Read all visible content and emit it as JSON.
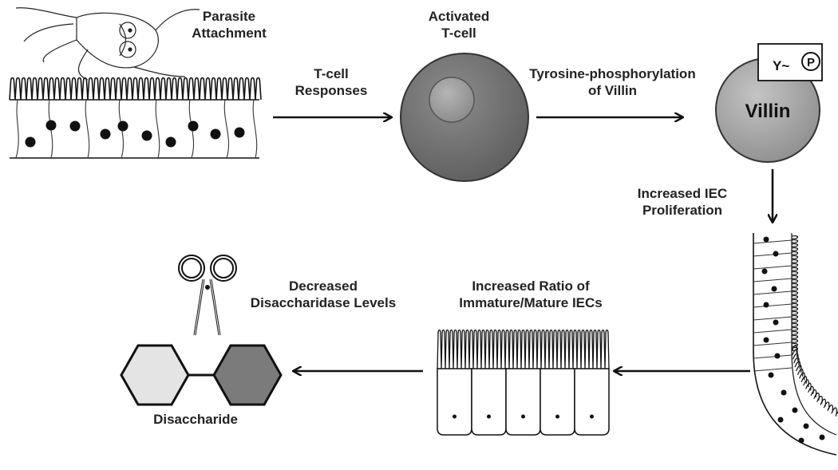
{
  "labels": {
    "parasite_attachment": [
      "Parasite",
      "Attachment"
    ],
    "activated_tcell": [
      "Activated",
      "T-cell"
    ],
    "tcell_responses": [
      "T-cell",
      "Responses"
    ],
    "tyrosine_phosphorylation": [
      "Tyrosine-phosphorylation",
      "of Villin"
    ],
    "villin": "Villin",
    "y_tilde": "Y~",
    "p": "P",
    "increased_iec_proliferation": [
      "Increased IEC",
      "Proliferation"
    ],
    "increased_ratio": [
      "Increased Ratio of",
      "Immature/Mature IECs"
    ],
    "decreased_disaccharidase": [
      "Decreased",
      "Disaccharidase Levels"
    ],
    "disaccharide": "Disaccharide"
  },
  "colors": {
    "ink": "#111111",
    "tcell_outer": "#7a7a7a",
    "tcell_inner": "#9e9e9e",
    "villin_fill": "#a9a9a9",
    "hex_light": "#e4e4e4",
    "hex_dark": "#7b7b7b"
  }
}
